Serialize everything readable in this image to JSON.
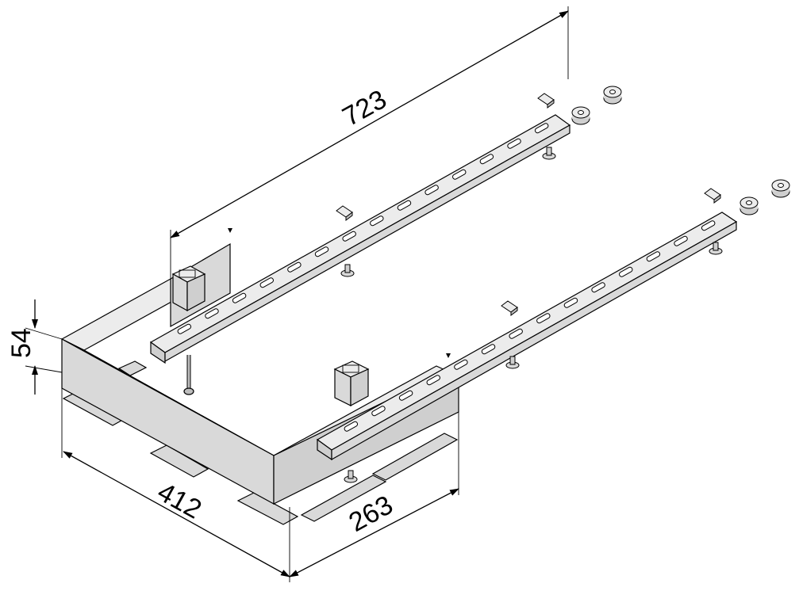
{
  "dimensions": {
    "length": "723",
    "height": "54",
    "width": "412",
    "depth": "263"
  },
  "colors": {
    "line": "#000000",
    "part_fill": "#d9d9d9",
    "part_light": "#ececec",
    "part_dark": "#bdbdbd",
    "background": "#ffffff"
  }
}
